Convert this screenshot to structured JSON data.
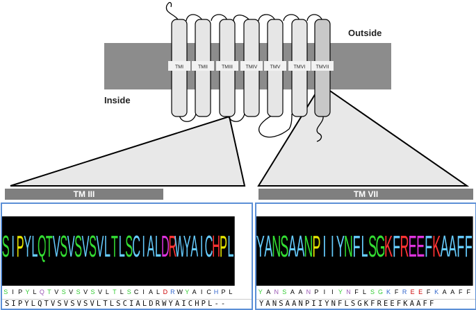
{
  "labels": {
    "outside": "Outside",
    "inside": "Inside"
  },
  "helices": [
    "TMI",
    "TMII",
    "TMIII",
    "TMIV",
    "TMV",
    "TMVI",
    "TMVII"
  ],
  "panels": {
    "left": {
      "title": "TM III",
      "sequence": "SIPYLQTVSVSVSVLTLSCIALDRWYAICHPL--"
    },
    "right": {
      "title": "TM VII",
      "sequence": "YANSAANPIIYNFLSGKFREEFKAAFF"
    }
  },
  "colors": {
    "membrane": "#8c8c8c",
    "helix_fill": "#e6e6e6",
    "highlight_helix": "#c8c8c8",
    "funnel": "#e8e8e8",
    "panel_border": "#5b8fd6",
    "bar": "#7f7f7f"
  }
}
